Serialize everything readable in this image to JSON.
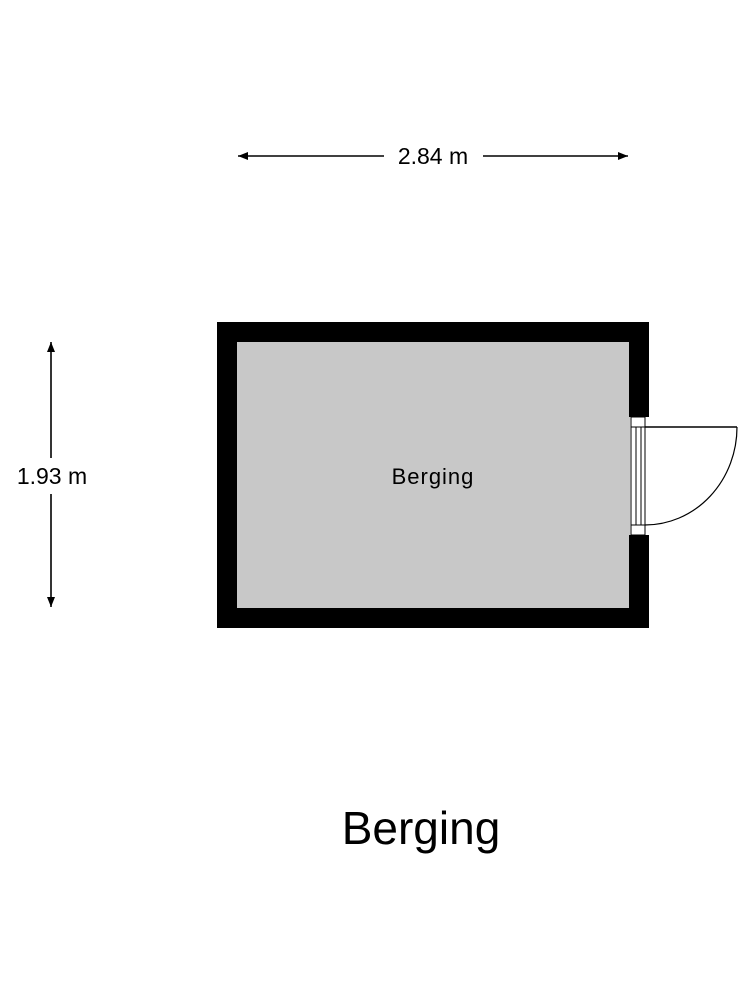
{
  "dimensions": {
    "width_label": "2.84 m",
    "height_label": "1.93 m"
  },
  "room": {
    "name": "Berging"
  },
  "plan_title": "Berging",
  "colors": {
    "wall": "#000000",
    "floor": "#c8c8c8",
    "background": "#ffffff",
    "line": "#000000"
  }
}
